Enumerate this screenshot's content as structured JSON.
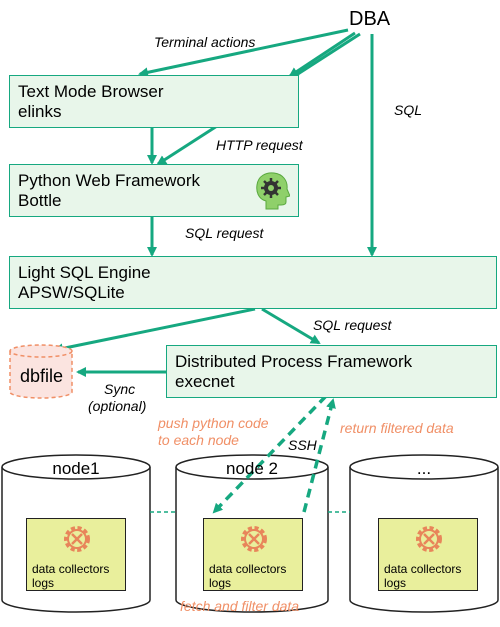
{
  "dba": "DBA",
  "boxes": {
    "browser": {
      "line1": "Text Mode  Browser",
      "line2": "elinks"
    },
    "web": {
      "line1": "Python Web Framework",
      "line2": "Bottle"
    },
    "sql": {
      "line1": "Light SQL Engine",
      "line2": "APSW/SQLite"
    },
    "dist": {
      "line1": "Distributed Process Framework",
      "line2": "execnet"
    }
  },
  "labels": {
    "terminal": "Terminal actions",
    "http": "HTTP request",
    "sql_right": "SQL",
    "sql_request1": "SQL request",
    "sql_request2": "SQL request",
    "sync1": "Sync",
    "sync2": "(optional)",
    "ssh": "SSH",
    "push1": "push python code",
    "push2": "to each node",
    "return": "return filtered data",
    "fetch": "fetch and filter data"
  },
  "dbfile": "dbfile",
  "nodes": [
    {
      "name": "node1",
      "collector_line1": "data collectors",
      "collector_line2": "logs"
    },
    {
      "name": "node 2",
      "collector_line1": "data collectors",
      "collector_line2": "logs"
    },
    {
      "name": "...",
      "collector_line1": "data collectors",
      "collector_line2": "logs"
    }
  ],
  "colors": {
    "arrow": "#16a880",
    "box_fill": "#e8f6ea",
    "box_border": "#16a880",
    "orange": "#f08f66",
    "collector_fill": "#e9ef9c",
    "dbfile_fill": "#fbe4e0"
  }
}
